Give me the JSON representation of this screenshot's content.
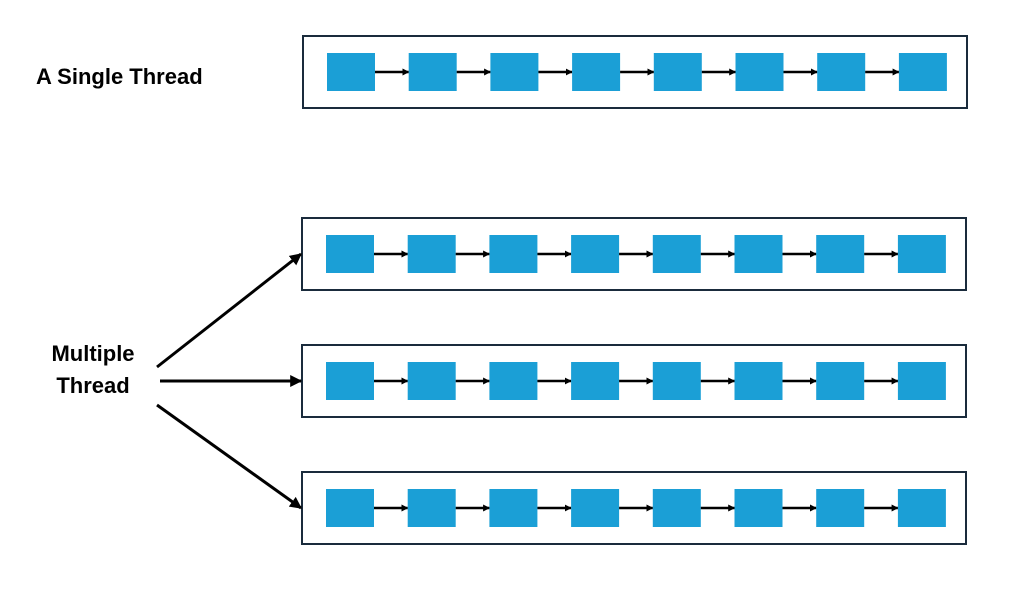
{
  "labels": {
    "single": "A Single Thread",
    "multiple_line1": "Multiple",
    "multiple_line2": "Thread"
  },
  "threads": [
    {
      "group": "single",
      "tasks": 8
    },
    {
      "group": "multiple",
      "tasks": 8
    },
    {
      "group": "multiple",
      "tasks": 8
    },
    {
      "group": "multiple",
      "tasks": 8
    }
  ],
  "colors": {
    "task": "#1b9fd6",
    "frame": "#1a2b3c",
    "arrow": "#000000",
    "text": "#000000"
  }
}
